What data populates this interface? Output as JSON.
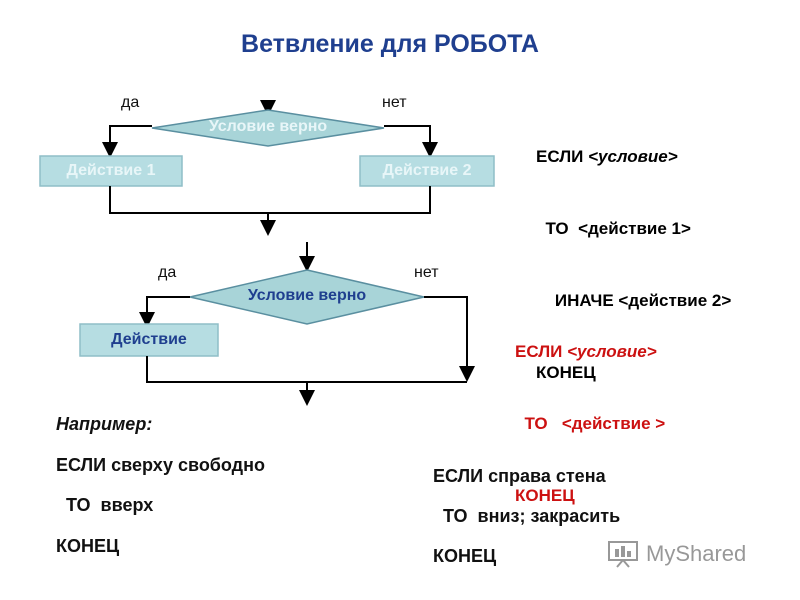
{
  "title": "Ветвление для РОБОТА",
  "full_branch": {
    "yes_label": "да",
    "no_label": "нет",
    "condition": "Условие верно",
    "action1": "Действие 1",
    "action2": "Действие 2",
    "code": {
      "line1_keyword": "ЕСЛИ ",
      "line1_cond": "<условие>",
      "line2_keyword": "  ТО  ",
      "line2_action": "<действие 1>",
      "line3_keyword": "    ИНАЧЕ ",
      "line3_action": "<действие 2>",
      "line4": "КОНЕЦ"
    }
  },
  "short_branch": {
    "yes_label": "да",
    "no_label": "нет",
    "condition": "Условие верно",
    "action": "Действие",
    "code": {
      "line1_keyword": "ЕСЛИ ",
      "line1_cond": "<условие>",
      "line2_keyword": "  ТО   ",
      "line2_action": "<действие >",
      "line3": "КОНЕЦ"
    }
  },
  "example1": {
    "heading": "Например:",
    "line1": "ЕСЛИ сверху свободно",
    "line2": "  ТО  вверх",
    "line3": "КОНЕЦ"
  },
  "example2": {
    "line1": "ЕСЛИ справа стена",
    "line2": "  ТО  вниз; закрасить",
    "line3": "КОНЕЦ"
  },
  "watermark": "MyShared",
  "colors": {
    "title": "#1f3f8f",
    "diamond_fill": "#a8d4d8",
    "action_fill": "#b6dde2",
    "shape_stroke": "#5a8fa0",
    "action_text_top": "#e8f6f8",
    "action_text_bottom": "#1f3f8f",
    "line": "#000000",
    "code_red": "#cc1111"
  }
}
